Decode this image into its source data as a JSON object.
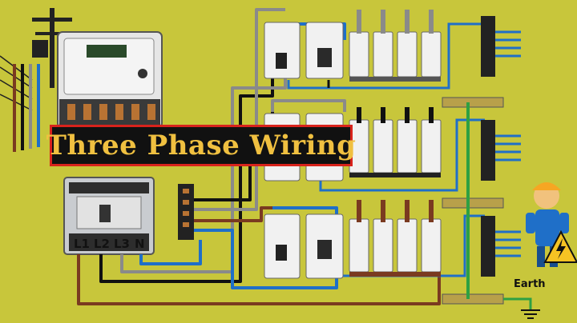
{
  "title": "Three Phase Wiring",
  "terminal_labels": [
    "L1",
    "L2",
    "L3",
    "N"
  ],
  "earth_label": "Earth",
  "colors": {
    "background": "#c8c63b",
    "phase_brown": "#7a3a20",
    "phase_black": "#111111",
    "phase_grey": "#8a8a8a",
    "neutral_blue": "#1f6fc8",
    "earth_green": "#2ea043",
    "title_text": "#f0c040",
    "title_border": "#d8231c"
  },
  "icons": {
    "meter": "energy-meter-icon",
    "mccb": "main-breaker-icon",
    "pole": "utility-pole-icon",
    "electrician": "electrician-icon",
    "warning": "high-voltage-warning-icon",
    "ground": "ground-symbol-icon"
  }
}
